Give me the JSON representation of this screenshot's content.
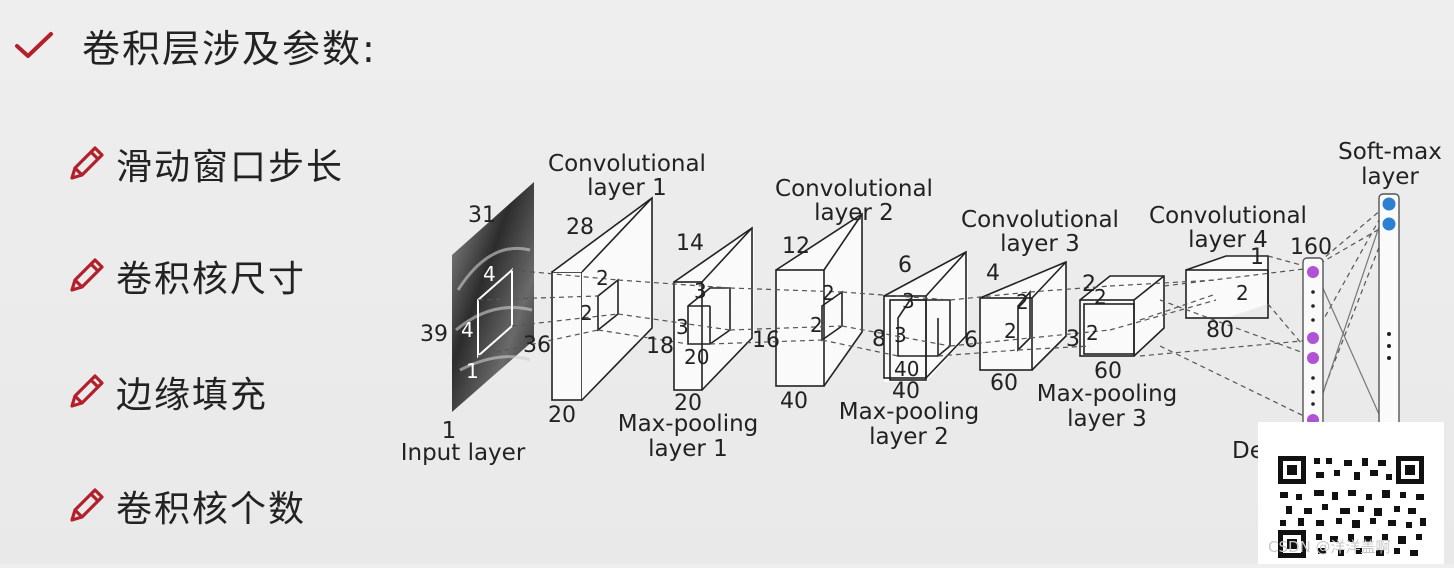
{
  "heading": {
    "text": "卷积层涉及参数:",
    "icon": "check-icon",
    "icon_color": "#b3202c"
  },
  "bullets": [
    {
      "text": "滑动窗口步长",
      "icon": "pencil-icon"
    },
    {
      "text": "卷积核尺寸",
      "icon": "pencil-icon"
    },
    {
      "text": "边缘填充",
      "icon": "pencil-icon"
    },
    {
      "text": "卷积核个数",
      "icon": "pencil-icon"
    }
  ],
  "diagram": {
    "input_label": [
      "1",
      "Input layer"
    ],
    "input_dims": [
      "31",
      "39",
      "36"
    ],
    "input_kernel": [
      "4",
      "4",
      "1"
    ],
    "conv1": {
      "title": [
        "Convolutional",
        "layer 1"
      ],
      "dims": [
        "28",
        "20"
      ],
      "kernel": [
        "2",
        "2"
      ]
    },
    "pool1": {
      "title": [
        "Max-pooling",
        "layer 1"
      ],
      "dims": [
        "14",
        "18",
        "20"
      ],
      "kernel": [
        "3",
        "3",
        "20"
      ]
    },
    "conv2": {
      "title": [
        "Convolutional",
        "layer 2"
      ],
      "dims": [
        "12",
        "16",
        "40"
      ],
      "kernel": [
        "2",
        "2"
      ]
    },
    "pool2": {
      "title": [
        "Max-pooling",
        "layer 2"
      ],
      "dims": [
        "6",
        "8",
        "40"
      ],
      "kernel": [
        "3",
        "3",
        "40"
      ]
    },
    "conv3": {
      "title": [
        "Convolutional",
        "layer 3"
      ],
      "dims": [
        "4",
        "6",
        "60"
      ],
      "kernel": [
        "2",
        "2"
      ]
    },
    "pool3": {
      "title": [
        "Max-pooling",
        "layer 3"
      ],
      "dims": [
        "2",
        "3",
        "60"
      ],
      "kernel": [
        "2",
        "2"
      ]
    },
    "conv4": {
      "title": [
        "Convolutional",
        "layer 4"
      ],
      "dims": [
        "1",
        "80"
      ],
      "kernel": [
        "2"
      ]
    },
    "dense": {
      "count": "160",
      "label_partial": "De"
    },
    "softmax": {
      "title": [
        "Soft-max",
        "layer"
      ]
    }
  },
  "watermark": "CSDN @洋洋盖啊"
}
